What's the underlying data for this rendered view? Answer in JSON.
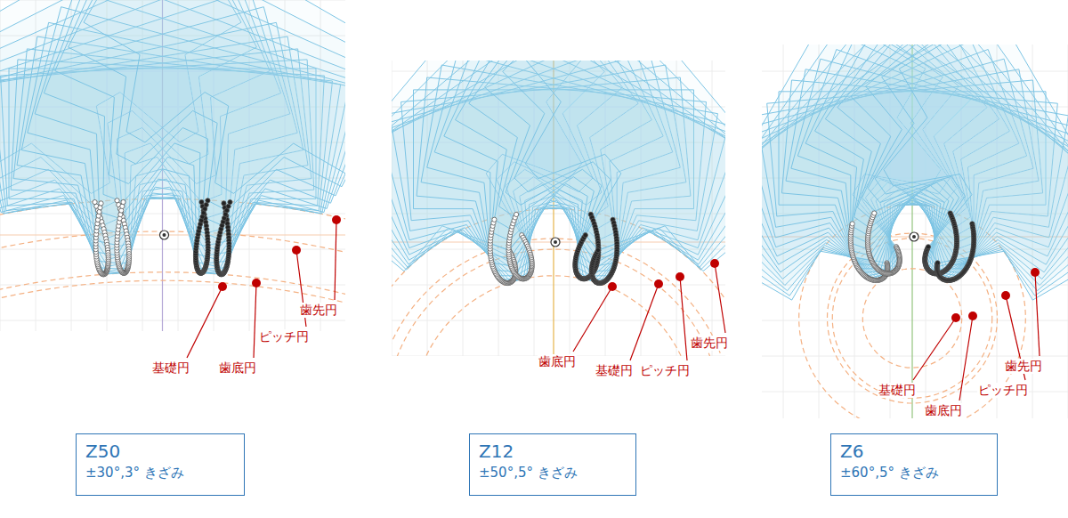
{
  "diagram": {
    "nodes": [
      {
        "text": [
          "Z50",
          "±30°,3° きざみ"
        ]
      },
      {
        "text": [
          "Z12",
          "±50°,5° きざみ"
        ]
      },
      {
        "text": [
          "Z6",
          "±60°,5° きざみ"
        ]
      }
    ],
    "labels": [
      "基礎円",
      "歯底円",
      "ピッチ円",
      "歯先円",
      "歯底円",
      "基礎円",
      "ピッチ円",
      "歯先円",
      "基礎円",
      "歯底円",
      "ピッチ円",
      "歯先円"
    ]
  }
}
